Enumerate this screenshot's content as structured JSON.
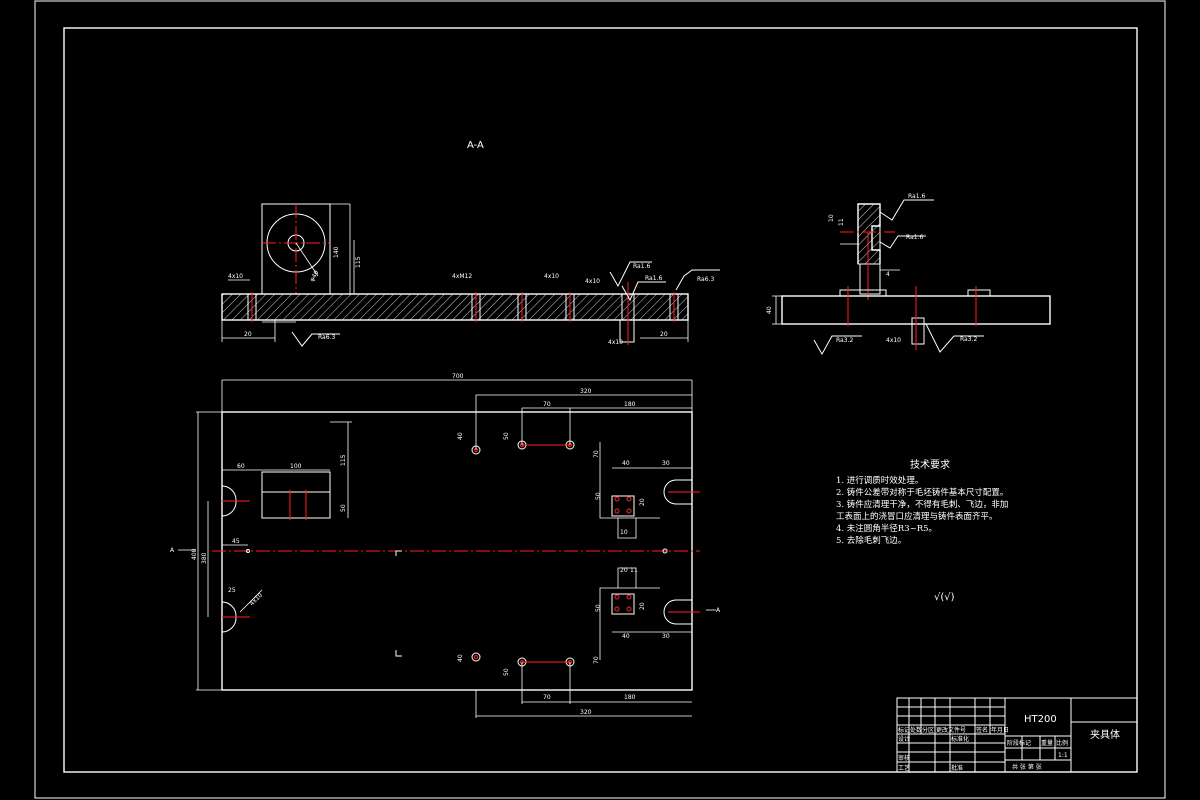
{
  "section_label": "A-A",
  "section_arrow_left": "A",
  "section_arrow_right": "A",
  "tech_requirements": {
    "title": "技术要求",
    "items": [
      "1. 进行调质时效处理。",
      "2. 铸件公差带对称于毛坯铸件基本尺寸配置。",
      "3. 铸件应清理干净，不得有毛刺、飞边，非加",
      "工表面上的浇冒口应清理与铸件表面齐平。",
      "4. 未注圆角半径R3~R5。",
      "5. 去除毛刺飞边。"
    ]
  },
  "roughness_note": "√(√)",
  "roughness_labels": [
    "Ra1.6",
    "Ra1.6",
    "Ra6.3",
    "Ra6.3",
    "Ra1.6",
    "Ra1.6",
    "Ra3.2",
    "Ra3.2"
  ],
  "dimensions": {
    "overall_length": "700",
    "d_320": "320",
    "d_70_top": "70",
    "d_180_top": "180",
    "d_60": "60",
    "d_100": "100",
    "d_115": "115",
    "d_50": "50",
    "d_40": "40",
    "d_30": "30",
    "d_400": "400",
    "d_380": "380",
    "d_45": "45",
    "d_25": "25",
    "d_20": "20",
    "d_70_bottom": "70",
    "d_180_bottom": "180",
    "d_320_bottom": "320",
    "d_140": "140",
    "d_hole_4x10": "4x10",
    "d_hole_4xm12": "4xM12",
    "d_4": "4",
    "d_phi40": "φ40",
    "d_10": "10",
    "d_11": "11"
  },
  "title_block": {
    "material": "HT200",
    "part_name": "夹具体",
    "scale": "1:1",
    "row_labels": [
      "标记",
      "处数",
      "分区",
      "更改文件号",
      "签名",
      "年月日"
    ],
    "design": "设计",
    "standardization": "标准化",
    "review": "审核",
    "process": "工艺",
    "approve": "批准",
    "stage_mark": "阶段标记",
    "weight": "重量",
    "scale_label": "比例",
    "sheets": "共  张  第  张"
  }
}
